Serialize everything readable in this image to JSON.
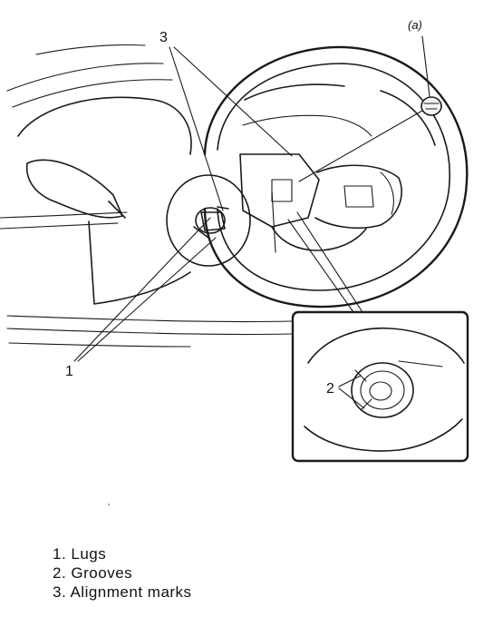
{
  "figure": {
    "callouts": {
      "lugs": "1",
      "grooves": "2",
      "alignment_marks": "3",
      "torque_ref": "(a)"
    }
  },
  "legend": {
    "items": [
      "1. Lugs",
      "2. Grooves",
      "3. Alignment marks"
    ]
  },
  "colors": {
    "ink": "#1a1a1a",
    "background": "#ffffff"
  }
}
